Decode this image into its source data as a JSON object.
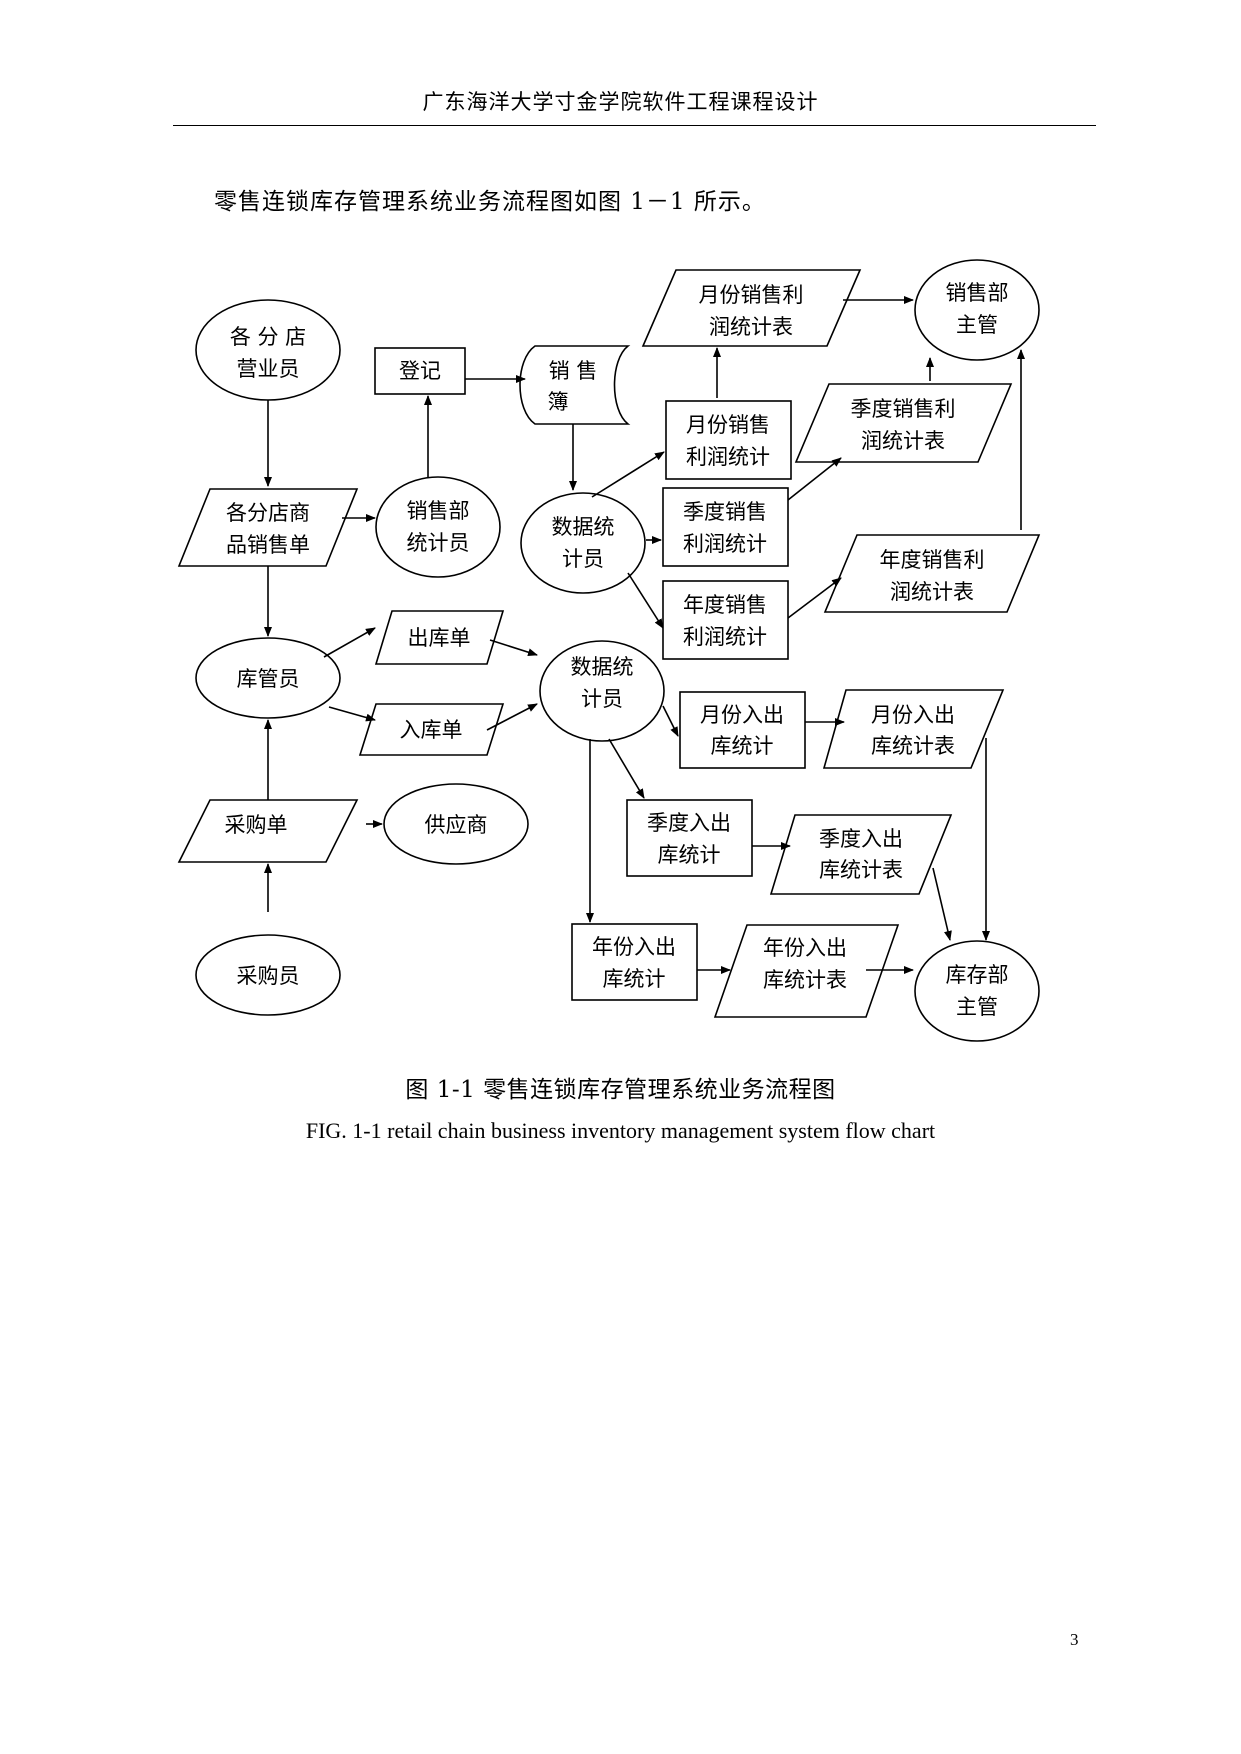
{
  "header": {
    "title": "广东海洋大学寸金学院软件工程课程设计"
  },
  "intro": "零售连锁库存管理系统业务流程图如图 1－1 所示。",
  "diagram": {
    "n_branch_staff_1": "各 分 店",
    "n_branch_staff_2": "营业员",
    "n_register": "登记",
    "n_sales_book_1": "销 售",
    "n_sales_book_2": "簿",
    "n_month_sales_report_1": "月份销售利",
    "n_month_sales_report_2": "润统计表",
    "n_sales_manager_1": "销售部",
    "n_sales_manager_2": "主管",
    "n_month_sales_stat_1": "月份销售",
    "n_month_sales_stat_2": "利润统计",
    "n_quarter_sales_report_1": "季度销售利",
    "n_quarter_sales_report_2": "润统计表",
    "n_branch_sales_form_1": "各分店商",
    "n_branch_sales_form_2": "品销售单",
    "n_sales_dept_stat_1": "销售部",
    "n_sales_dept_stat_2": "统计员",
    "n_data_stat_a_1": "数据统",
    "n_data_stat_a_2": "计员",
    "n_quarter_sales_stat_1": "季度销售",
    "n_quarter_sales_stat_2": "利润统计",
    "n_year_sales_report_1": "年度销售利",
    "n_year_sales_report_2": "润统计表",
    "n_year_sales_stat_1": "年度销售",
    "n_year_sales_stat_2": "利润统计",
    "n_outbound_form": "出库单",
    "n_warehouse_keeper": "库管员",
    "n_inbound_form": "入库单",
    "n_data_stat_b_1": "数据统",
    "n_data_stat_b_2": "计员",
    "n_month_io_stat_1": "月份入出",
    "n_month_io_stat_2": "库统计",
    "n_month_io_report_1": "月份入出",
    "n_month_io_report_2": "库统计表",
    "n_purchase_form": "采购单",
    "n_supplier": "供应商",
    "n_quarter_io_stat_1": "季度入出",
    "n_quarter_io_stat_2": "库统计",
    "n_quarter_io_report_1": "季度入出",
    "n_quarter_io_report_2": "库统计表",
    "n_buyer": "采购员",
    "n_year_io_stat_1": "年份入出",
    "n_year_io_stat_2": "库统计",
    "n_year_io_report_1": "年份入出",
    "n_year_io_report_2": "库统计表",
    "n_inventory_manager_1": "库存部",
    "n_inventory_manager_2": "主管"
  },
  "caption_cn": "图 1-1 零售连锁库存管理系统业务流程图",
  "caption_en": "FIG. 1-1 retail chain business inventory management system flow chart",
  "page_number": "3"
}
